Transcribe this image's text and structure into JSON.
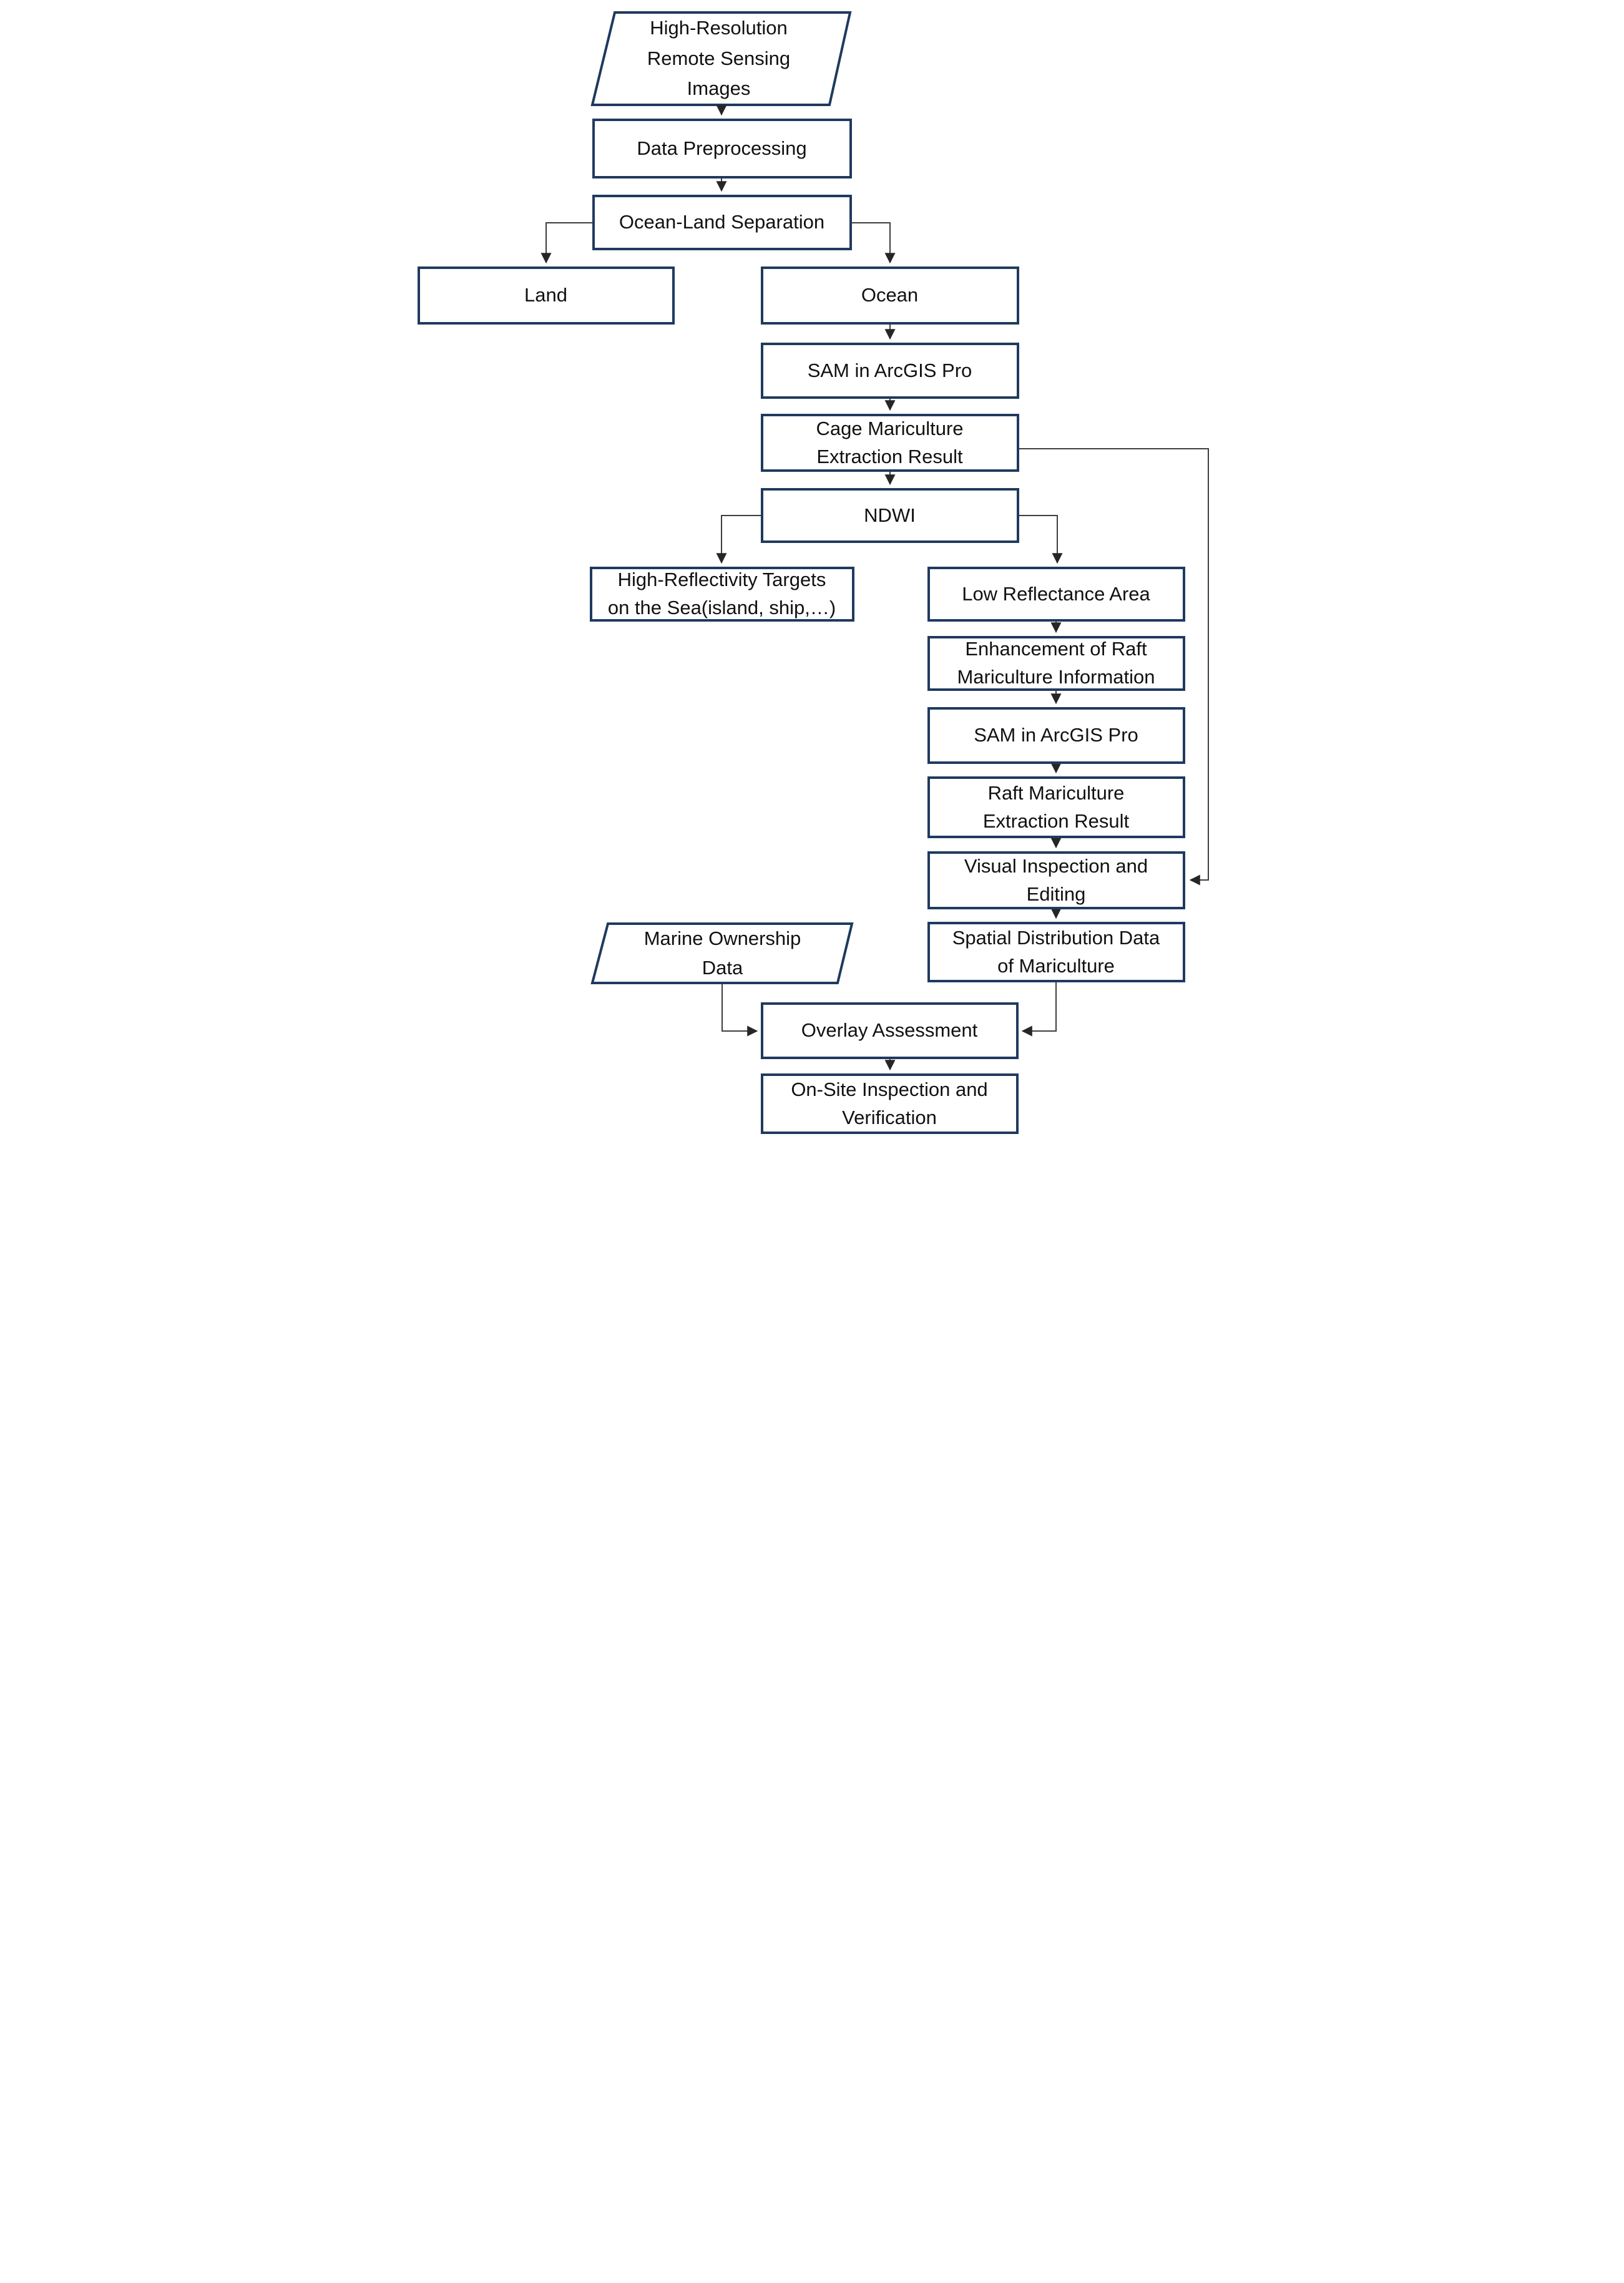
{
  "diagram": {
    "type": "flowchart",
    "colors": {
      "box_border": "#1f3a5f",
      "connector": "#3d3d3d",
      "text": "#111111",
      "background": "#ffffff"
    },
    "nodes": [
      {
        "id": "hrrsi",
        "shape": "parallelogram",
        "label": "High-Resolution\nRemote Sensing\nImages"
      },
      {
        "id": "preproc",
        "shape": "rect",
        "label": "Data Preprocessing"
      },
      {
        "id": "oceanland",
        "shape": "rect",
        "label": "Ocean-Land Separation"
      },
      {
        "id": "land",
        "shape": "rect",
        "label": "Land"
      },
      {
        "id": "ocean",
        "shape": "rect",
        "label": "Ocean"
      },
      {
        "id": "sam1",
        "shape": "rect",
        "label": "SAM in ArcGIS Pro"
      },
      {
        "id": "cage",
        "shape": "rect",
        "label": "Cage Mariculture\nExtraction Result"
      },
      {
        "id": "ndwi",
        "shape": "rect",
        "label": "NDWI"
      },
      {
        "id": "highrefl",
        "shape": "rect",
        "label": "High-Reflectivity Targets\non the Sea(island, ship,…)"
      },
      {
        "id": "lowrefl",
        "shape": "rect",
        "label": "Low Reflectance Area"
      },
      {
        "id": "enhance",
        "shape": "rect",
        "label": "Enhancement of Raft\nMariculture Information"
      },
      {
        "id": "sam2",
        "shape": "rect",
        "label": "SAM in ArcGIS Pro"
      },
      {
        "id": "raft",
        "shape": "rect",
        "label": "Raft Mariculture\nExtraction Result"
      },
      {
        "id": "visual",
        "shape": "rect",
        "label": "Visual Inspection and\nEditing"
      },
      {
        "id": "spatial",
        "shape": "rect",
        "label": "Spatial Distribution Data\nof Mariculture"
      },
      {
        "id": "marine",
        "shape": "parallelogram",
        "label": "Marine Ownership\nData"
      },
      {
        "id": "overlay",
        "shape": "rect",
        "label": "Overlay Assessment"
      },
      {
        "id": "onsite",
        "shape": "rect",
        "label": "On-Site Inspection and\nVerification"
      }
    ],
    "edges": [
      {
        "from": "hrrsi",
        "to": "preproc"
      },
      {
        "from": "preproc",
        "to": "oceanland"
      },
      {
        "from": "oceanland",
        "to": "land"
      },
      {
        "from": "oceanland",
        "to": "ocean"
      },
      {
        "from": "ocean",
        "to": "sam1"
      },
      {
        "from": "sam1",
        "to": "cage"
      },
      {
        "from": "cage",
        "to": "ndwi"
      },
      {
        "from": "ndwi",
        "to": "highrefl"
      },
      {
        "from": "ndwi",
        "to": "lowrefl"
      },
      {
        "from": "lowrefl",
        "to": "enhance"
      },
      {
        "from": "enhance",
        "to": "sam2"
      },
      {
        "from": "sam2",
        "to": "raft"
      },
      {
        "from": "raft",
        "to": "visual"
      },
      {
        "from": "cage",
        "to": "visual"
      },
      {
        "from": "visual",
        "to": "spatial"
      },
      {
        "from": "marine",
        "to": "overlay"
      },
      {
        "from": "spatial",
        "to": "overlay"
      },
      {
        "from": "overlay",
        "to": "onsite"
      }
    ]
  }
}
